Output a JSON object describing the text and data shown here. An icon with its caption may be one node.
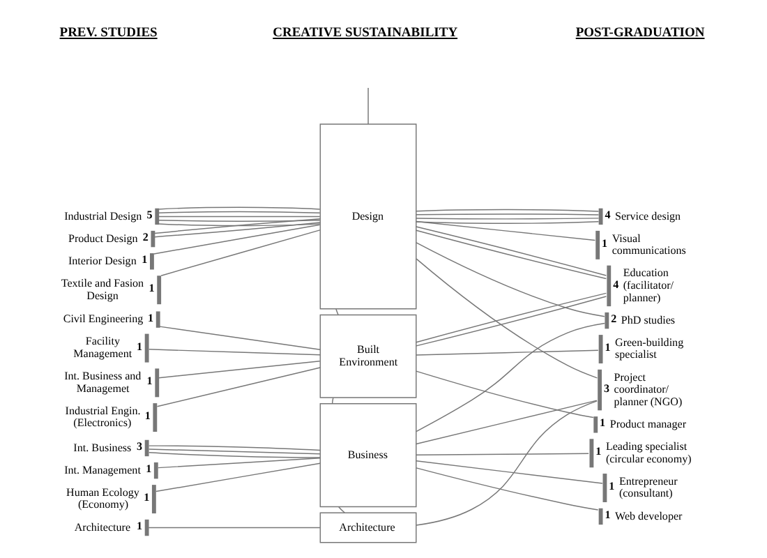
{
  "diagram": {
    "nodes": [
      {
        "text": [
          "Industrial Design",
          "5"
        ]
      },
      {
        "text": [
          "Product Design",
          "2"
        ]
      },
      {
        "text": [
          "Interior Design",
          "1"
        ]
      },
      {
        "text": [
          "Textile and Fasion Design",
          "1"
        ]
      },
      {
        "text": [
          "Civil Engineering",
          "1"
        ]
      },
      {
        "text": [
          "Facility Management",
          "1"
        ]
      },
      {
        "text": [
          "Int. Business and Managemet",
          "1"
        ]
      },
      {
        "text": [
          "Industrial Engin. (Electronics)",
          "1"
        ]
      },
      {
        "text": [
          "Int. Business",
          "3"
        ]
      },
      {
        "text": [
          "Int. Management",
          "1"
        ]
      },
      {
        "text": [
          "Human Ecology (Economy)",
          "1"
        ]
      },
      {
        "text": [
          "Architecture",
          "1"
        ]
      },
      {
        "text": [
          "Design"
        ]
      },
      {
        "text": [
          "Built Environment"
        ]
      },
      {
        "text": [
          "Business"
        ]
      },
      {
        "text": [
          "Architecture"
        ]
      },
      {
        "text": [
          "4",
          "Service design"
        ]
      },
      {
        "text": [
          "1",
          "Visual communications"
        ]
      },
      {
        "text": [
          "4",
          "Education (facilitator/ planner)"
        ]
      },
      {
        "text": [
          "2",
          "PhD studies"
        ]
      },
      {
        "text": [
          "1",
          "Green-building specialist"
        ]
      },
      {
        "text": [
          "3",
          "Project coordinator/ planner (NGO)"
        ]
      },
      {
        "text": [
          "1",
          "Product manager"
        ]
      },
      {
        "text": [
          "1",
          "Leading specialist (circular economy)"
        ]
      },
      {
        "text": [
          "1",
          "Entrepreneur (consultant)"
        ]
      },
      {
        "text": [
          "1",
          "Web developer"
        ]
      }
    ],
    "edges": [
      {
        "from": null,
        "to": 12,
        "arrow": "none"
      },
      {
        "from": 12,
        "to": 13,
        "arrow": "none"
      },
      {
        "from": 13,
        "to": 14,
        "arrow": "none"
      },
      {
        "from": 14,
        "to": 15,
        "arrow": "none"
      },
      {
        "from": 0,
        "to": 12,
        "arrow": "none"
      },
      {
        "from": 0,
        "to": 12,
        "arrow": "none"
      },
      {
        "from": 0,
        "to": 12,
        "arrow": "none"
      },
      {
        "from": 0,
        "to": 12,
        "arrow": "none"
      },
      {
        "from": 0,
        "to": 12,
        "arrow": "none"
      },
      {
        "from": 1,
        "to": 12,
        "arrow": "none"
      },
      {
        "from": 1,
        "to": 12,
        "arrow": "none"
      },
      {
        "from": 2,
        "to": 12,
        "arrow": "none"
      },
      {
        "from": 3,
        "to": 12,
        "arrow": "none"
      },
      {
        "from": 4,
        "to": 13,
        "arrow": "none"
      },
      {
        "from": 5,
        "to": 13,
        "arrow": "none"
      },
      {
        "from": 6,
        "to": 13,
        "arrow": "none"
      },
      {
        "from": 7,
        "to": 13,
        "arrow": "none"
      },
      {
        "from": 8,
        "to": 14,
        "arrow": "none"
      },
      {
        "from": 8,
        "to": 14,
        "arrow": "none"
      },
      {
        "from": 8,
        "to": 14,
        "arrow": "none"
      },
      {
        "from": 9,
        "to": 14,
        "arrow": "none"
      },
      {
        "from": 10,
        "to": 14,
        "arrow": "none"
      },
      {
        "from": 11,
        "to": 15,
        "arrow": "none"
      },
      {
        "from": 12,
        "to": 16,
        "arrow": "none"
      },
      {
        "from": 12,
        "to": 16,
        "arrow": "none"
      },
      {
        "from": 12,
        "to": 16,
        "arrow": "none"
      },
      {
        "from": 12,
        "to": 16,
        "arrow": "none"
      },
      {
        "from": 12,
        "to": 17,
        "arrow": "none"
      },
      {
        "from": 12,
        "to": 18,
        "arrow": "none"
      },
      {
        "from": 12,
        "to": 18,
        "arrow": "none"
      },
      {
        "from": 12,
        "to": 19,
        "arrow": "none"
      },
      {
        "from": 12,
        "to": 21,
        "arrow": "none"
      },
      {
        "from": 13,
        "to": 18,
        "arrow": "none"
      },
      {
        "from": 13,
        "to": 18,
        "arrow": "none"
      },
      {
        "from": 13,
        "to": 20,
        "arrow": "none"
      },
      {
        "from": 13,
        "to": 22,
        "arrow": "none"
      },
      {
        "from": 14,
        "to": 19,
        "arrow": "none"
      },
      {
        "from": 14,
        "to": 21,
        "arrow": "none"
      },
      {
        "from": 14,
        "to": 23,
        "arrow": "none"
      },
      {
        "from": 14,
        "to": 24,
        "arrow": "none"
      },
      {
        "from": 14,
        "to": 25,
        "arrow": "none"
      },
      {
        "from": 15,
        "to": 21,
        "arrow": "none"
      }
    ],
    "labels": [
      "PREV. STUDIES",
      "CREATIVE SUSTAINABILITY",
      "POST-GRADUATION"
    ]
  }
}
